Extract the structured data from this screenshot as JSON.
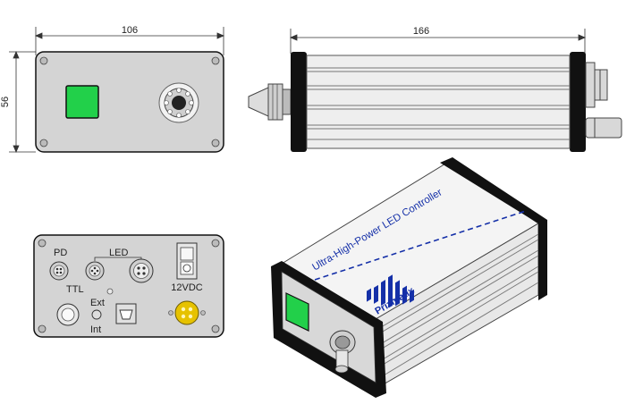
{
  "dimensions": {
    "front_width": "106",
    "front_height": "56",
    "side_length": "166"
  },
  "rear_panel": {
    "pd_label": "PD",
    "led_label": "LED",
    "ttl_label": "TTL",
    "ext_label": "Ext",
    "int_label": "Int",
    "power_label": "12VDC"
  },
  "device": {
    "title": "Ultra-High-Power LED Controller",
    "brand": "Prizmatix"
  },
  "colors": {
    "button_green": "#22d04a",
    "connector_yellow": "#e6c200",
    "label_blue": "#1530a8",
    "frame_black": "#111111",
    "panel_gray": "#d4d4d4"
  }
}
